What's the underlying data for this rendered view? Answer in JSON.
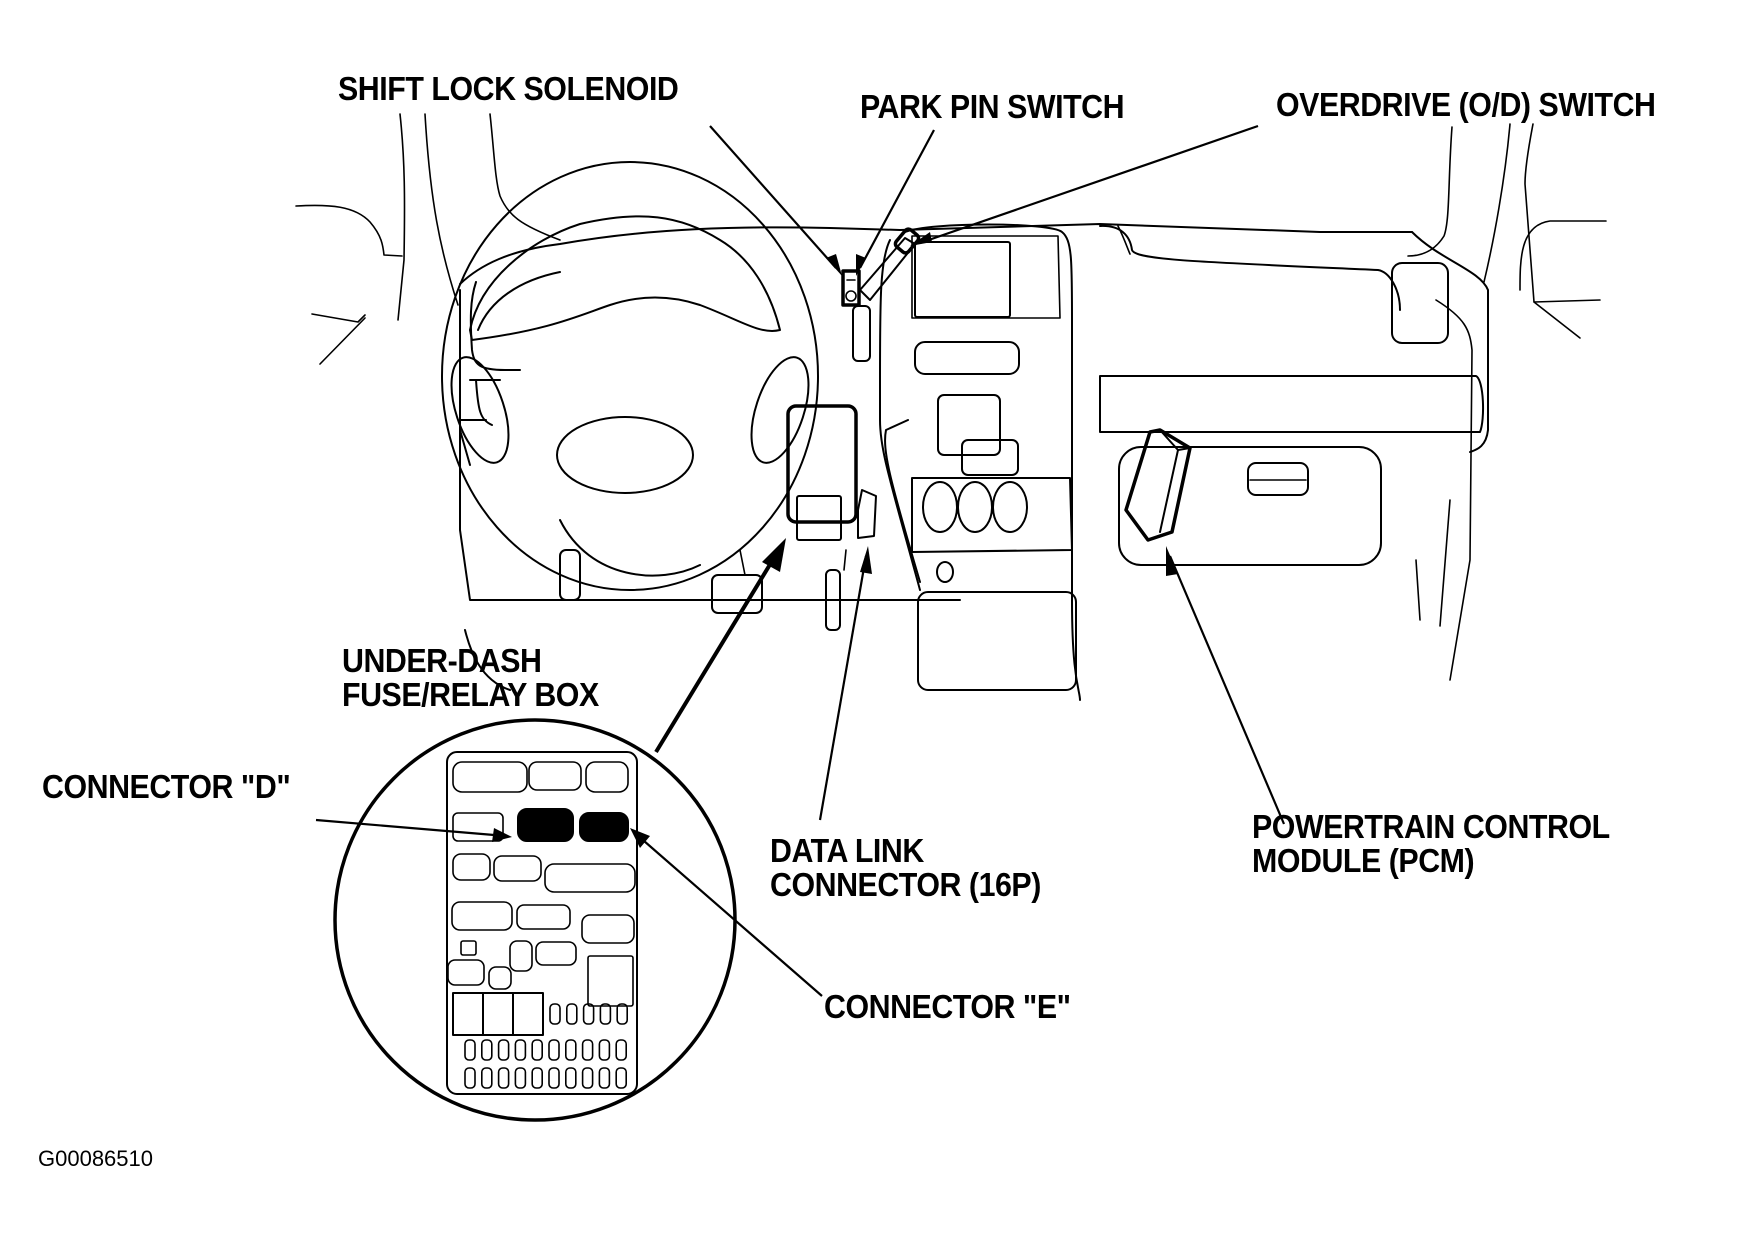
{
  "figure": {
    "title": "Component locator - dashboard, under-dash fuse/relay box, and PCM",
    "figure_id": "G00086510"
  },
  "labels": {
    "shift_lock_solenoid": "SHIFT LOCK SOLENOID",
    "park_pin_switch": "PARK PIN SWITCH",
    "overdrive_switch": "OVERDRIVE (O/D) SWITCH",
    "under_dash_line1": "UNDER-DASH",
    "under_dash_line2": "FUSE/RELAY BOX",
    "connector_d": "CONNECTOR \"D\"",
    "connector_e": "CONNECTOR \"E\"",
    "data_link_line1": "DATA LINK",
    "data_link_line2": "CONNECTOR (16P)",
    "pcm_line1": "POWERTRAIN CONTROL",
    "pcm_line2": "MODULE (PCM)"
  },
  "colors": {
    "line": "#000000",
    "background": "#ffffff",
    "highlighted_connector": "#000000"
  }
}
